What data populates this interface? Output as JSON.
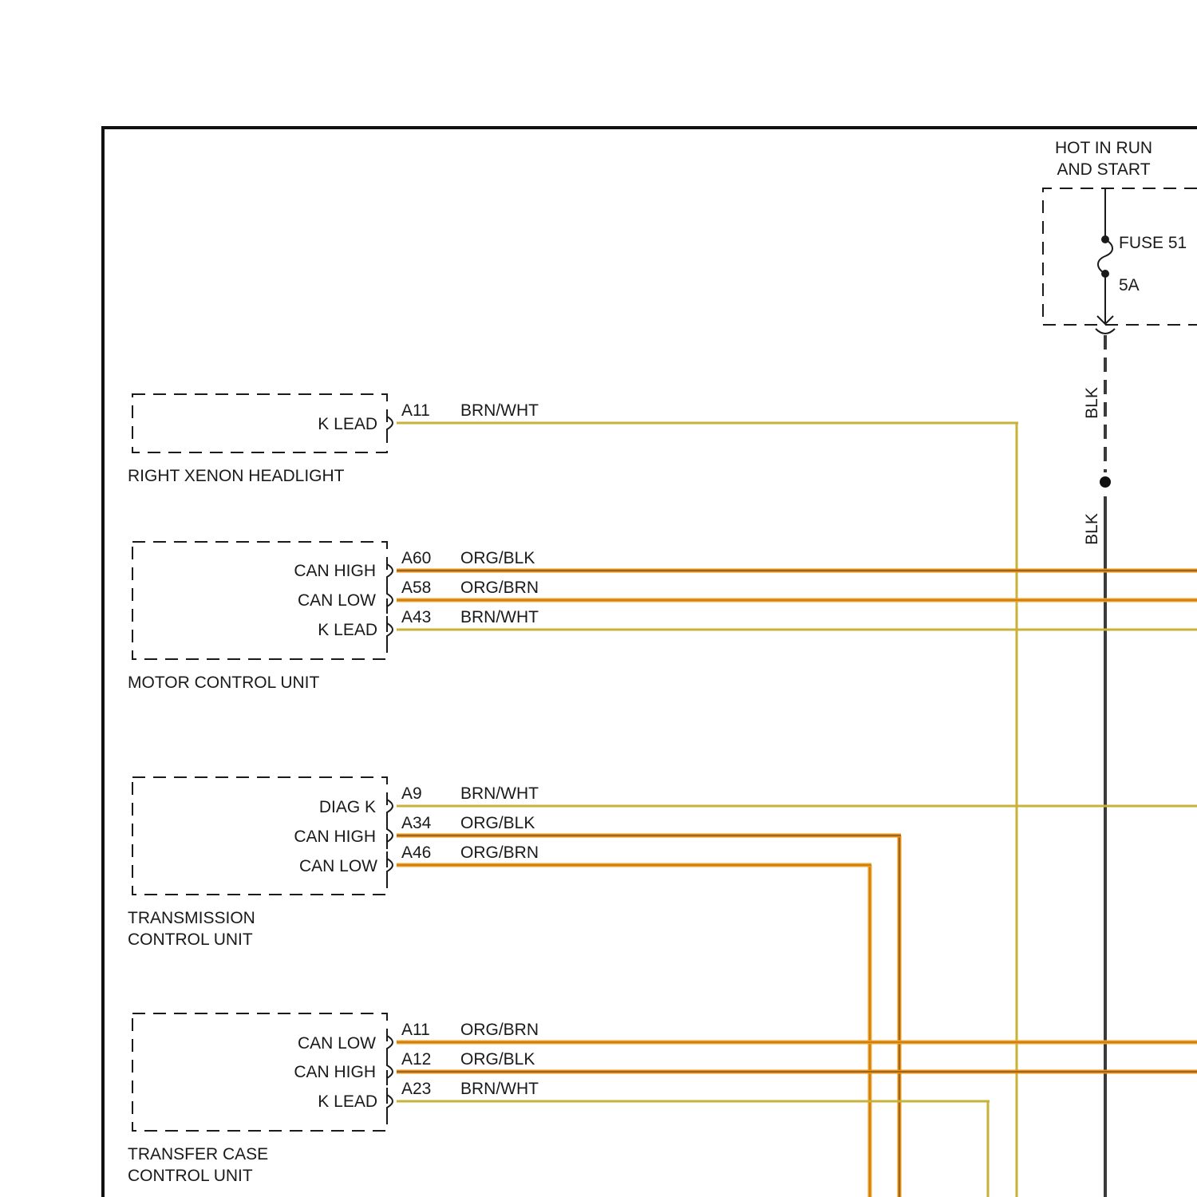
{
  "power": {
    "title_line1": "HOT IN RUN",
    "title_line2": "AND START",
    "fuse_name": "FUSE 51",
    "fuse_rating": "5A",
    "wire_color_upper": "BLK",
    "wire_color_lower": "BLK"
  },
  "components": [
    {
      "name_lines": [
        "RIGHT XENON HEADLIGHT"
      ],
      "pins": [
        {
          "label": "K LEAD",
          "pin": "A11",
          "wire": "BRN/WHT"
        }
      ]
    },
    {
      "name_lines": [
        "MOTOR CONTROL UNIT"
      ],
      "pins": [
        {
          "label": "CAN HIGH",
          "pin": "A60",
          "wire": "ORG/BLK"
        },
        {
          "label": "CAN LOW",
          "pin": "A58",
          "wire": "ORG/BRN"
        },
        {
          "label": "K LEAD",
          "pin": "A43",
          "wire": "BRN/WHT"
        }
      ]
    },
    {
      "name_lines": [
        "TRANSMISSION",
        "CONTROL UNIT"
      ],
      "pins": [
        {
          "label": "DIAG K",
          "pin": "A9",
          "wire": "BRN/WHT"
        },
        {
          "label": "CAN HIGH",
          "pin": "A34",
          "wire": "ORG/BLK"
        },
        {
          "label": "CAN LOW",
          "pin": "A46",
          "wire": "ORG/BRN"
        }
      ]
    },
    {
      "name_lines": [
        "TRANSFER CASE",
        "CONTROL UNIT"
      ],
      "pins": [
        {
          "label": "CAN LOW",
          "pin": "A11",
          "wire": "ORG/BRN"
        },
        {
          "label": "CAN HIGH",
          "pin": "A12",
          "wire": "ORG/BLK"
        },
        {
          "label": "K LEAD",
          "pin": "A23",
          "wire": "BRN/WHT"
        }
      ]
    }
  ],
  "colors": {
    "brn_wht": "#c9b23a",
    "org_blk": "#e8901c",
    "org_blk_stripe": "#5a3a10",
    "org_brn": "#f0a020",
    "org_brn_stripe": "#a0601a",
    "blk": "#3a3a3a",
    "line": "#1a1a1a"
  }
}
